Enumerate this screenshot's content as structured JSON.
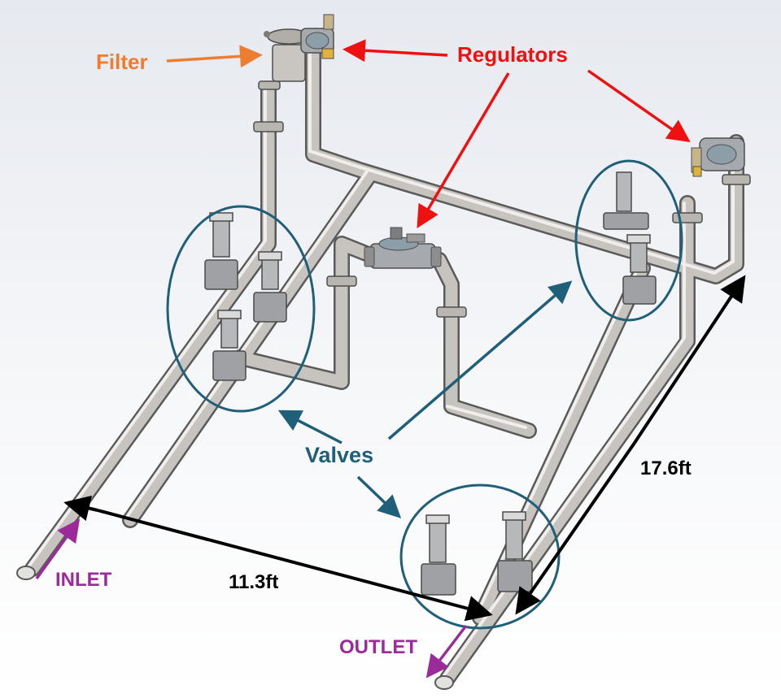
{
  "labels": {
    "filter": "Filter",
    "regulators": "Regulators",
    "valves": "Valves",
    "inlet": "INLET",
    "outlet": "OUTLET",
    "width_dimension": "11.3ft",
    "length_dimension": "17.6ft"
  },
  "colors": {
    "filter": "#ed7d31",
    "regulators": "#ee1111",
    "valves": "#1f5f7a",
    "inlet_outlet": "#9b2b9b",
    "dimension": "#000000",
    "pipe": "#c7c4c0"
  }
}
